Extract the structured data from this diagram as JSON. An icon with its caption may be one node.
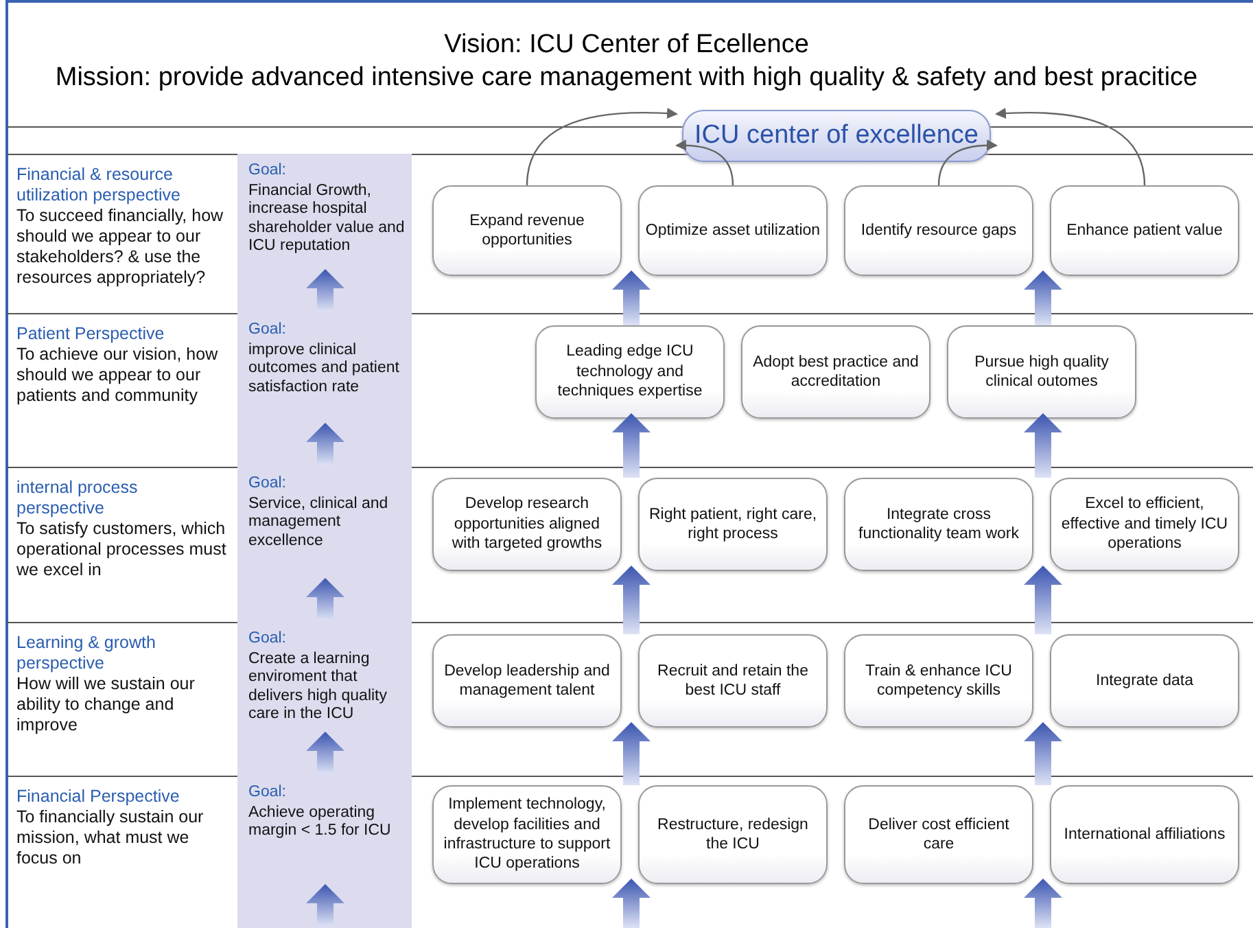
{
  "diagram": {
    "title": "Vision: ICU Center of Ecellence",
    "labels": [
      "Mission: provide advanced intensive care management with high quality & safety and best pracitice"
    ],
    "nodes": [
      {
        "text": [
          "ICU center of excellence"
        ]
      },
      {
        "text": [
          "Financial & resource utilization perspective",
          "To succeed financially, how should we appear to our stakeholders? & use the resources appropriately?"
        ]
      },
      {
        "text": [
          "Goal:",
          "Financial Growth, increase hospital shareholder value and ICU reputation"
        ]
      },
      {
        "text": [
          "Expand revenue opportunities"
        ]
      },
      {
        "text": [
          "Optimize asset utilization"
        ]
      },
      {
        "text": [
          "Identify resource gaps"
        ]
      },
      {
        "text": [
          "Enhance patient value"
        ]
      },
      {
        "text": [
          "Patient Perspective",
          "To achieve our vision, how should we appear to our patients and community"
        ]
      },
      {
        "text": [
          "Goal:",
          "improve clinical outcomes and patient satisfaction rate"
        ]
      },
      {
        "text": [
          "Leading edge ICU technology and techniques expertise"
        ]
      },
      {
        "text": [
          "Adopt best practice and accreditation"
        ]
      },
      {
        "text": [
          "Pursue high quality clinical outomes"
        ]
      },
      {
        "text": [
          "internal process perspective",
          "To satisfy customers, which operational processes must we excel in"
        ]
      },
      {
        "text": [
          "Goal:",
          "Service, clinical and management excellence"
        ]
      },
      {
        "text": [
          "Develop research opportunities aligned with targeted growths"
        ]
      },
      {
        "text": [
          "Right patient, right care, right process"
        ]
      },
      {
        "text": [
          "Integrate cross functionality team work"
        ]
      },
      {
        "text": [
          "Excel to efficient, effective and timely ICU operations"
        ]
      },
      {
        "text": [
          "Learning & growth perspective",
          "How will we sustain our ability to change and improve"
        ]
      },
      {
        "text": [
          "Goal:",
          "Create a learning enviroment that delivers high quality care in the ICU"
        ]
      },
      {
        "text": [
          "Develop leadership and management talent"
        ]
      },
      {
        "text": [
          "Recruit and retain the best ICU staff"
        ]
      },
      {
        "text": [
          "Train & enhance ICU competency skills"
        ]
      },
      {
        "text": [
          "Integrate data"
        ]
      },
      {
        "text": [
          "Financial Perspective",
          "To financially sustain our mission, what must we focus on"
        ]
      },
      {
        "text": [
          "Goal:",
          "Achieve operating margin < 1.5 for ICU"
        ]
      },
      {
        "text": [
          "Implement technology, develop facilities and infrastructure to support ICU operations"
        ]
      },
      {
        "text": [
          "Restructure, redesign the ICU"
        ]
      },
      {
        "text": [
          "Deliver cost efficient care"
        ]
      },
      {
        "text": [
          "International affiliations"
        ]
      }
    ],
    "edges": [
      {
        "from": 3,
        "to": 0,
        "arrow": "to"
      },
      {
        "from": 4,
        "to": 0,
        "arrow": "to"
      },
      {
        "from": 5,
        "to": 0,
        "arrow": "to"
      },
      {
        "from": 6,
        "to": 0,
        "arrow": "to"
      },
      {
        "from": 9,
        "to": 4,
        "arrow": "to"
      },
      {
        "from": 11,
        "to": 6,
        "arrow": "to"
      },
      {
        "from": 15,
        "to": 9,
        "arrow": "to"
      },
      {
        "from": 17,
        "to": 11,
        "arrow": "to"
      },
      {
        "from": 21,
        "to": 15,
        "arrow": "to"
      },
      {
        "from": 23,
        "to": 17,
        "arrow": "to"
      },
      {
        "from": 27,
        "to": 21,
        "arrow": "to"
      },
      {
        "from": 29,
        "to": 23,
        "arrow": "to"
      },
      {
        "from": null,
        "to": 27,
        "arrow": "to"
      },
      {
        "from": null,
        "to": 29,
        "arrow": "to"
      }
    ]
  }
}
